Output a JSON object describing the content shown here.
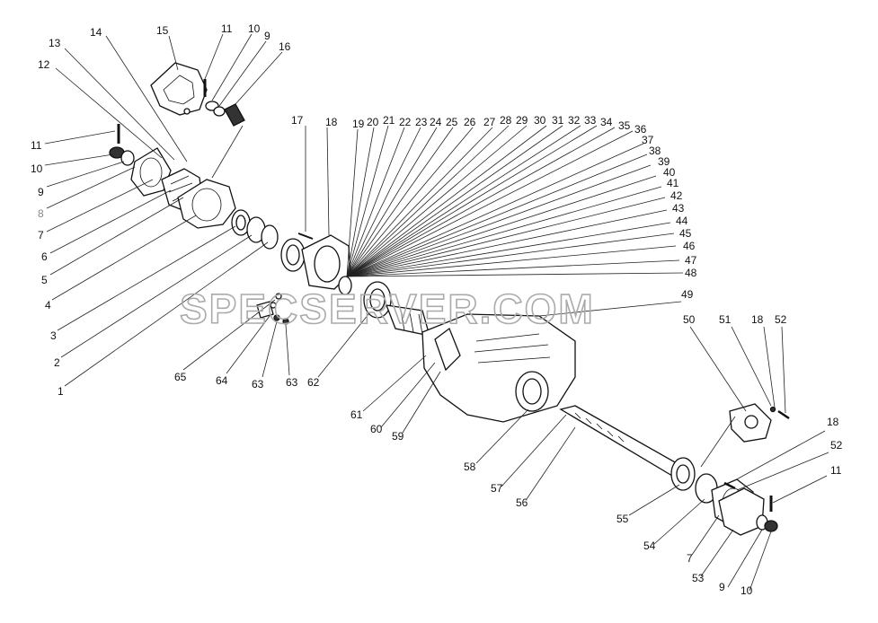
{
  "watermark": "SPECSERVER.COM",
  "labels": {
    "l11a": "11",
    "l10a": "10",
    "l9a": "9",
    "l8": "8",
    "l7a": "7",
    "l6": "6",
    "l5": "5",
    "l4": "4",
    "l3": "3",
    "l2": "2",
    "l1": "1",
    "l12": "12",
    "l13": "13",
    "l14": "14",
    "l15": "15",
    "l11b": "11",
    "l10b": "10",
    "l9b": "9",
    "l16": "16",
    "l17": "17",
    "l18a": "18",
    "l19": "19",
    "l20": "20",
    "l21": "21",
    "l22": "22",
    "l23": "23",
    "l24": "24",
    "l25": "25",
    "l26": "26",
    "l27": "27",
    "l28": "28",
    "l29": "29",
    "l30": "30",
    "l31": "31",
    "l32": "32",
    "l33": "33",
    "l34": "34",
    "l35": "35",
    "l36": "36",
    "l37": "37",
    "l38": "38",
    "l39": "39",
    "l40": "40",
    "l41": "41",
    "l42": "42",
    "l43": "43",
    "l44": "44",
    "l45": "45",
    "l46": "46",
    "l47": "47",
    "l48": "48",
    "l49": "49",
    "l50": "50",
    "l51": "51",
    "l18b": "18",
    "l52a": "52",
    "l18c": "18",
    "l52b": "52",
    "l11c": "11",
    "l55": "55",
    "l54": "54",
    "l7b": "7",
    "l53": "53",
    "l9c": "9",
    "l10c": "10",
    "l56": "56",
    "l57": "57",
    "l58": "58",
    "l59": "59",
    "l60": "60",
    "l61": "61",
    "l62": "62",
    "l63a": "63",
    "l63b": "63",
    "l64": "64",
    "l65": "65"
  },
  "colors": {
    "line": "#222222",
    "watermark": "#aaaaaa",
    "muted_label": "#888888"
  }
}
